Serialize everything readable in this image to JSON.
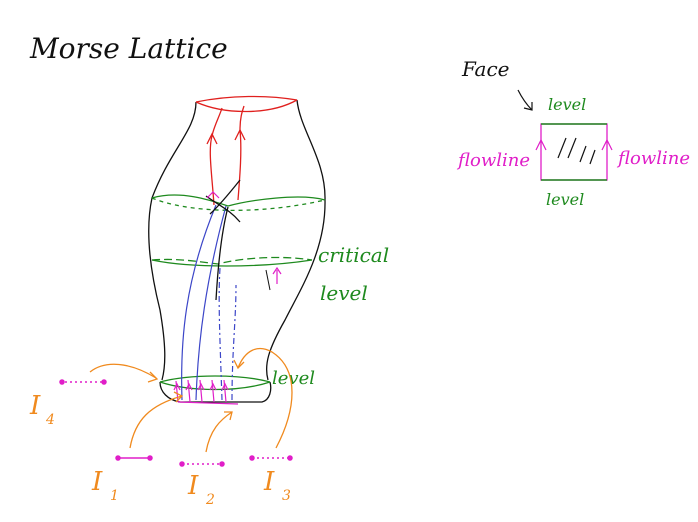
{
  "title": "Morse Lattice",
  "labels": {
    "critical_level": [
      "critical",
      "level"
    ],
    "bottom_level": "level",
    "face": "Face",
    "face_top_level": "level",
    "face_bottom_level": "level",
    "flowline_left": "flowline",
    "flowline_right": "flowline"
  },
  "intervals": {
    "I1": {
      "letter": "I",
      "sub": "1"
    },
    "I2": {
      "letter": "I",
      "sub": "2"
    },
    "I3": {
      "letter": "I",
      "sub": "3"
    },
    "I4": {
      "letter": "I",
      "sub": "4"
    }
  },
  "colors": {
    "ink": "#111111",
    "top_boundary": "#e0201e",
    "level_set": "#1e8a1e",
    "flowline": "#3c46c8",
    "face_frame": "#e01ec8",
    "interval": "#e01ec8",
    "pointer": "#f08a1e"
  }
}
